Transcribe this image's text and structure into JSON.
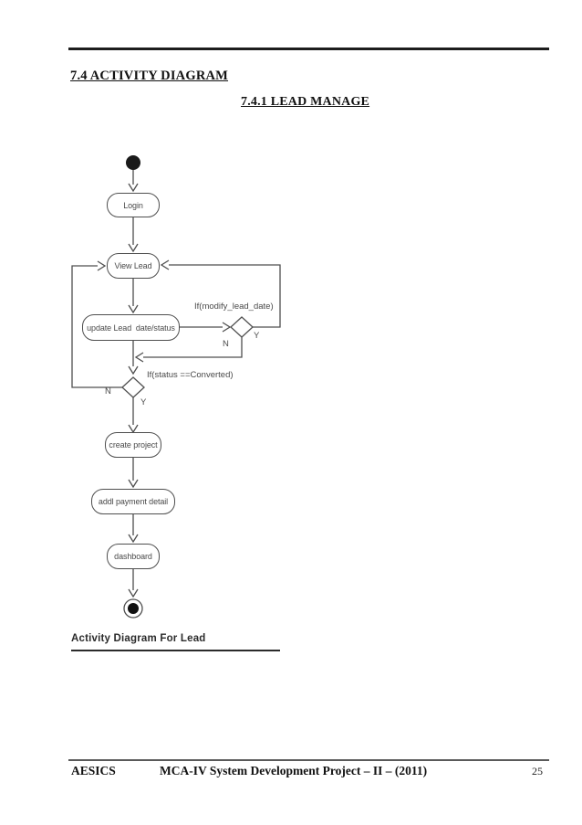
{
  "page": {
    "heading1": "7.4 ACTIVITY DIAGRAM",
    "heading2": "7.4.1 LEAD MANAGE",
    "caption": "Activity Diagram For Lead",
    "footer": {
      "left": "AESICS",
      "center": "MCA-IV System Development Project – II – (2011)",
      "page_number": "25"
    }
  },
  "diagram": {
    "type": "uml-activity-diagram",
    "activities": {
      "login": "Login",
      "view_lead": "View Lead",
      "update_lead": "update Lead  date/status",
      "create_project": "create project",
      "addl_payment": "addl payment detail",
      "dashboard": "dashboard"
    },
    "guards": {
      "if_modify": "If(modify_lead_date)",
      "if_status": "If(status ==Converted)",
      "y1": "Y",
      "n1": "N",
      "n2": "N",
      "y2": "Y"
    },
    "edges": [
      {
        "from": "start",
        "to": "Login",
        "label": ""
      },
      {
        "from": "Login",
        "to": "View Lead",
        "label": ""
      },
      {
        "from": "View Lead",
        "to": "update Lead  date/status",
        "label": ""
      },
      {
        "from": "update Lead  date/status",
        "to": "If(modify_lead_date)",
        "label": ""
      },
      {
        "from": "If(modify_lead_date)",
        "to": "View Lead",
        "label": "Y"
      },
      {
        "from": "If(modify_lead_date)",
        "to": "If(status ==Converted)",
        "label": "N"
      },
      {
        "from": "If(status ==Converted)",
        "to": "View Lead",
        "label": "N"
      },
      {
        "from": "If(status ==Converted)",
        "to": "create project",
        "label": "Y"
      },
      {
        "from": "create project",
        "to": "addl payment detail",
        "label": ""
      },
      {
        "from": "addl payment detail",
        "to": "dashboard",
        "label": ""
      },
      {
        "from": "dashboard",
        "to": "end",
        "label": ""
      }
    ]
  },
  "colors": {
    "ink": "#1d1d1d",
    "diagram_line": "#4f4f4f",
    "diagram_text": "#4a4a4a"
  }
}
